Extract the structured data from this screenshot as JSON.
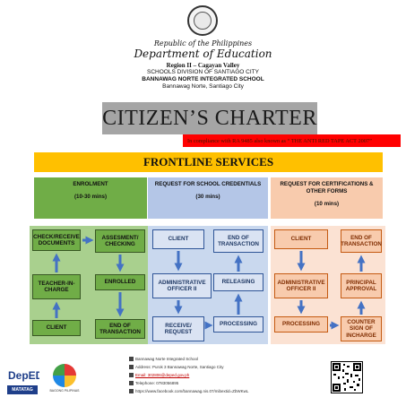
{
  "header": {
    "republic": "Republic of the Philippines",
    "department": "Department of Education",
    "region": "Region II – Cagayan Valley",
    "division": "SCHOOLS DIVISION OF SANTIAGO CITY",
    "school": "BANNAWAG NORTE INTEGRATED SCHOOL",
    "address": "Bannawag Norte, Santiago City"
  },
  "title": "CITIZEN’S CHARTER",
  "compliance": "In compliance with RA 9485 also known as “ THE ANTI RED TAPE ACT 2007”",
  "frontline": "FRONTLINE SERVICES",
  "services": [
    {
      "name": "ENROLMENT",
      "duration": "(10-30 mins)",
      "color": "#70ad47"
    },
    {
      "name": "REQUEST FOR SCHOOL CREDENTIALS",
      "duration": "(30 mins)",
      "color": "#b4c6e7"
    },
    {
      "name": "REQUEST FOR CERTIFICATIONS & OTHER FORMS",
      "duration": "(10 mins)",
      "color": "#f8cbad"
    }
  ],
  "enrolment_flow": {
    "check_receive": "CHECK/RECEIVE DOCUMENTS",
    "assessment": "ASSESMENT/ CHECKING",
    "teacher": "TEACHER-IN-CHARGE",
    "enrolled": "ENROLLED",
    "client": "CLIENT",
    "end": "END OF TRANSACTION"
  },
  "credentials_flow": {
    "client": "CLIENT",
    "end": "END OF TRANSACTION",
    "admin": "ADMINISTRATIVE OFFICER II",
    "releasing": "RELEASING",
    "receive": "RECEIVE/ REQUEST",
    "processing": "PROCESSING"
  },
  "certifications_flow": {
    "client": "CLIENT",
    "end": "END OF TRANSACTION",
    "admin": "ADMINISTRATIVE OFFICER II",
    "principal": "PRINCIPAL APPROVAL",
    "processing": "PROCESSING",
    "counter_sign": "COUNTER SIGN OF INCHARGE"
  },
  "footer": {
    "school": "Bannawag Norte Integrated School",
    "address": "Address: Purok 3 Bannawag Norte, Santiago City",
    "email": "Email: 302806@deped.gov.ph",
    "phone": "Telephone: 0783056895",
    "facebook": "https://www.facebook.com/bannawag.nis.07/mibextid=ZbWKwL",
    "deped_logo": "DepED",
    "matatag": "MATATAG",
    "bagong_pilipinas": "BAGONG PILIPINAS"
  }
}
